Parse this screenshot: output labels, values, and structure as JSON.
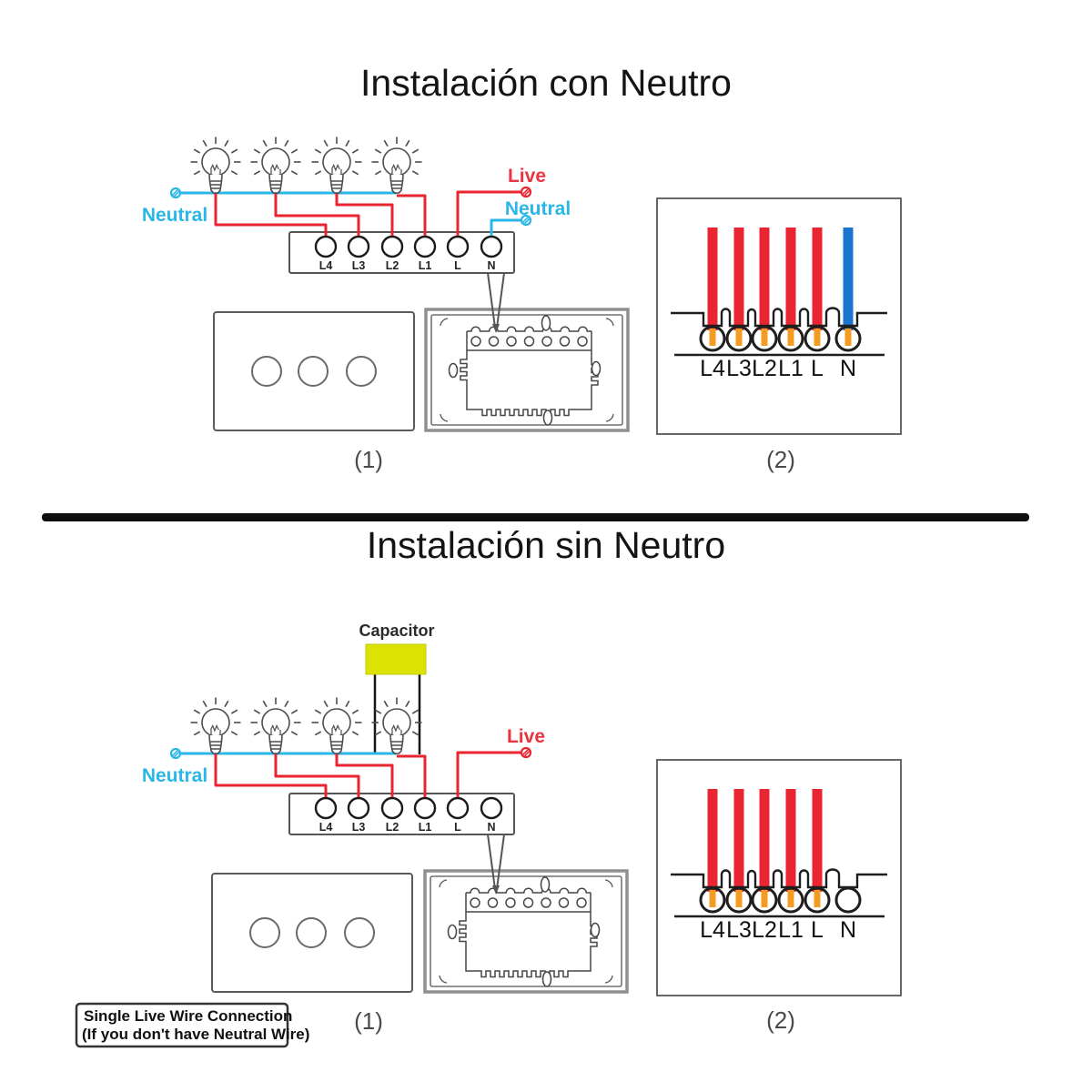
{
  "diagram": {
    "with_neutral": {
      "title": "Instalación con Neutro",
      "neutral_feed_label": "Neutral",
      "live_label": "Live",
      "neutral_return_label": "Neutral",
      "caption_front": "(1)",
      "caption_back": "(2)"
    },
    "without_neutral": {
      "title": "Instalación sin Neutro",
      "neutral_feed_label": "Neutral",
      "live_label": "Live",
      "capacitor_label": "Capacitor",
      "caption_front": "(1)",
      "caption_back": "(2)",
      "note_line1": "Single Live Wire Connection",
      "note_line2": "(If you don't have Neutral Wire)"
    },
    "terminals": [
      "L4",
      "L3",
      "L2",
      "L1",
      "L",
      "N"
    ],
    "colors": {
      "live_wire": "#ea2430",
      "neutral_wire": "#29b6e8",
      "blue_neutral_conductor": "#1a74d0",
      "copper_tip": "#f49b22",
      "capacitor_body": "#dce203",
      "divider": "#0e0e0e"
    }
  }
}
